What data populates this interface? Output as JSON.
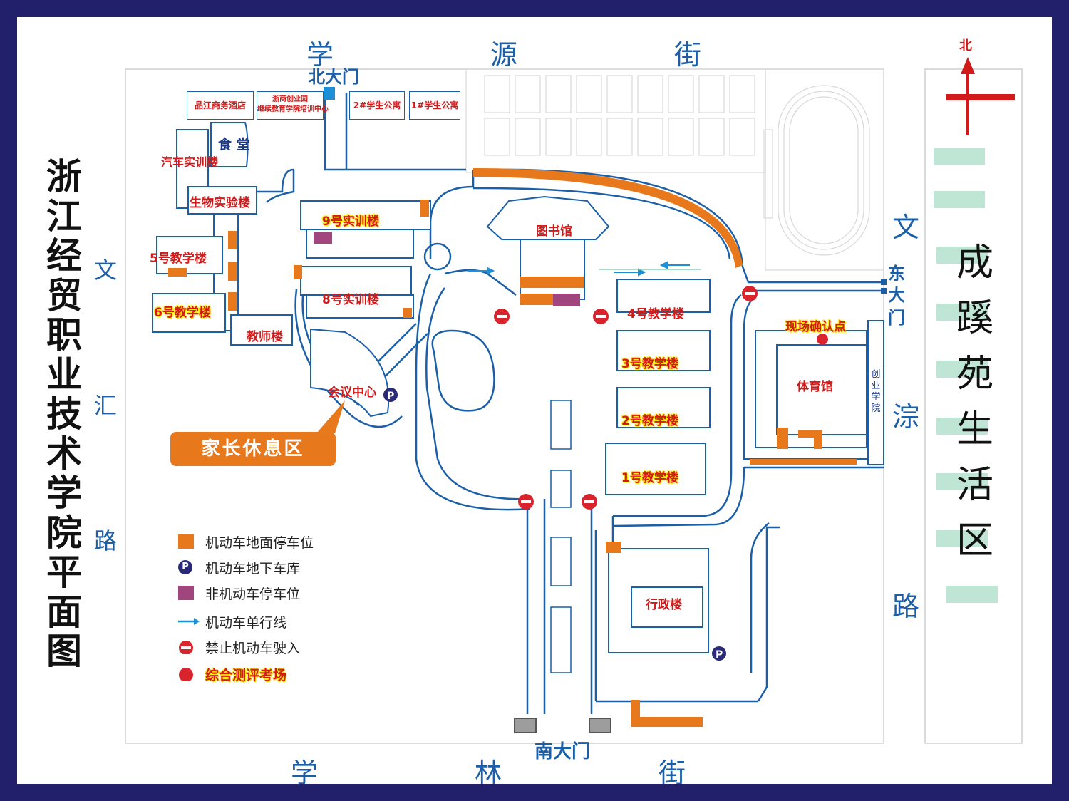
{
  "title": "浙江经贸职业技术学院平面图",
  "streets": {
    "north": [
      "学",
      "源",
      "街"
    ],
    "south": [
      "学",
      "林",
      "街"
    ],
    "west": [
      "文",
      "汇",
      "路"
    ],
    "east": [
      "文",
      "淙",
      "路"
    ]
  },
  "living_area": [
    "成",
    "蹊",
    "苑",
    "生",
    "活",
    "区"
  ],
  "compass_label": "北",
  "gates": {
    "north": "北大门",
    "south": "南大门",
    "east": [
      "东",
      "大",
      "门"
    ]
  },
  "top_buildings": {
    "hotel": "品江商务酒店",
    "incubator_line1": "浙商创业园",
    "incubator_line2": "继续教育学院培训中心",
    "dorm2": "2#学生公寓",
    "dorm1": "1#学生公寓"
  },
  "buildings": {
    "canteen": "食 堂",
    "auto_training": "汽车实训楼",
    "bio_lab": "生物实验楼",
    "b5": "5号教学楼",
    "b6": "6号教学楼",
    "teacher": "教师楼",
    "b9": "9号实训楼",
    "b8": "8号实训楼",
    "library": "图书馆",
    "meeting": "会议中心",
    "b4": "4号教学楼",
    "b3": "3号教学楼",
    "b2": "2号教学楼",
    "b1": "1号教学楼",
    "admin": "行政楼",
    "gym": "体育馆",
    "confirm_point": "现场确认点",
    "startup_college": [
      "创",
      "业",
      "学",
      "院"
    ]
  },
  "parent_rest_area": "家长休息区",
  "legend": [
    {
      "label": "机动车地面停车位",
      "symbol": "orange-square"
    },
    {
      "label": "机动车地下车库",
      "symbol": "parking-icon"
    },
    {
      "label": "非机动车停车位",
      "symbol": "purple-square"
    },
    {
      "label": "机动车单行线",
      "symbol": "blue-arrow"
    },
    {
      "label": "禁止机动车驶入",
      "symbol": "no-entry-icon"
    },
    {
      "label": "综合测评考场",
      "symbol": "red-dot"
    }
  ],
  "parking_letter": "P",
  "colors": {
    "border": "#22206b",
    "road": "#1b5fa8",
    "parking": "#e8781c",
    "bike_parking": "#a0457e",
    "label_red": "#d21a1a",
    "highlight": "#ffe600",
    "stripe": "#bfe6d4"
  }
}
